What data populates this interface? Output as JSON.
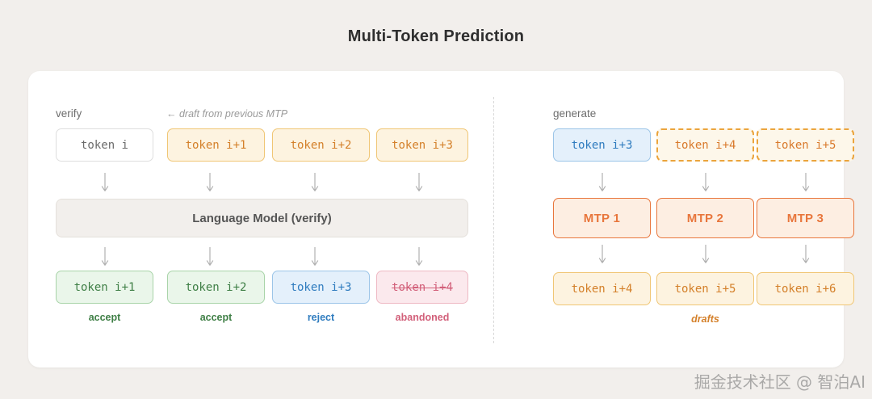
{
  "page": {
    "title": "Multi-Token Prediction",
    "background_color": "#f2efec",
    "card_color": "#ffffff"
  },
  "watermark": {
    "text": "掘金技术社区 @ 智泊AI"
  },
  "colors": {
    "amber_text": "#d4802a",
    "amber_border": "#f0c675",
    "amber_fill": "#fdf3e0",
    "green_text": "#3f7f46",
    "green_border": "#a9d4a9",
    "green_fill": "#eaf6ea",
    "blue_text": "#2f7cbf",
    "blue_border": "#9cc5e8",
    "blue_fill": "#e4f0fb",
    "pink_text": "#d2607a",
    "pink_border": "#eeb9c4",
    "pink_fill": "#fbe9ed",
    "mtp_border": "#e8763c",
    "mtp_fill": "#fdeee2",
    "neutral_text": "#6b6b6b",
    "arrow": "#a9a9a9",
    "divider": "#d8d8d8"
  },
  "left_panel": {
    "label": "verify",
    "hint": "← draft from previous MTP",
    "input_row": [
      {
        "text": "token i",
        "style": "plain"
      },
      {
        "text": "token i+1",
        "style": "amber"
      },
      {
        "text": "token i+2",
        "style": "amber"
      },
      {
        "text": "token i+3",
        "style": "amber"
      }
    ],
    "model_bar": "Language Model (verify)",
    "output_row": [
      {
        "text": "token i+1",
        "style": "green",
        "caption": "accept",
        "caption_style": "green",
        "strike": false
      },
      {
        "text": "token i+2",
        "style": "green",
        "caption": "accept",
        "caption_style": "green",
        "strike": false
      },
      {
        "text": "token i+3",
        "style": "blue",
        "caption": "reject",
        "caption_style": "blue",
        "strike": false
      },
      {
        "text": "token i+4",
        "style": "pink",
        "caption": "abandoned",
        "caption_style": "pink",
        "strike": true
      }
    ]
  },
  "right_panel": {
    "label": "generate",
    "input_row": [
      {
        "text": "token i+3",
        "style": "blue"
      },
      {
        "text": "token i+4",
        "style": "amber-dash"
      },
      {
        "text": "token i+5",
        "style": "amber-dash"
      }
    ],
    "mtp_row": [
      {
        "text": "MTP 1"
      },
      {
        "text": "MTP 2"
      },
      {
        "text": "MTP 3"
      }
    ],
    "output_row": [
      {
        "text": "token i+4",
        "style": "amber"
      },
      {
        "text": "token i+5",
        "style": "amber"
      },
      {
        "text": "token i+6",
        "style": "amber"
      }
    ],
    "output_caption": "drafts"
  }
}
